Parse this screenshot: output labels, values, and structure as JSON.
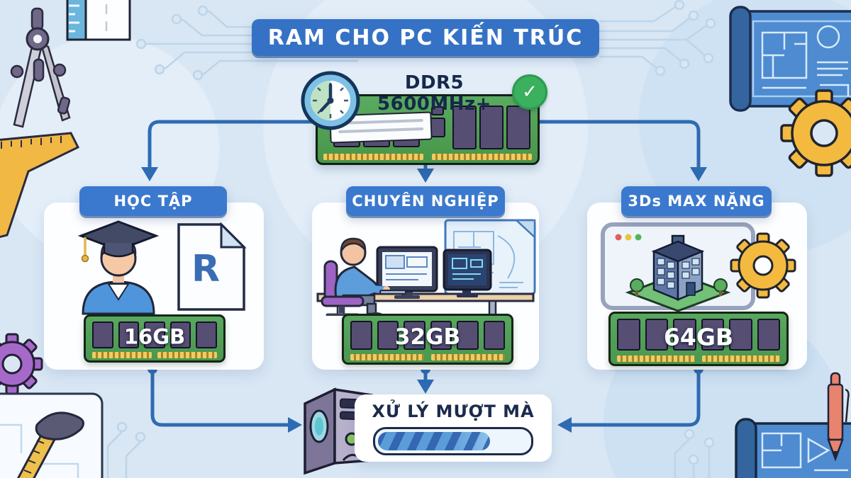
{
  "title": "RAM CHO PC KIẾN TRÚC",
  "hero": {
    "ram_label": "DDR5 5600MHz+",
    "ram_type": "DDR5 memory stick",
    "icons": [
      "clock-icon",
      "checkmark-icon"
    ]
  },
  "branches": [
    {
      "label": "HỌC TẬP",
      "capacity": "16GB",
      "file_badge": "R",
      "illustration": "graduate-student-and-revit-file"
    },
    {
      "label": "CHUYÊN NGHIỆP",
      "capacity": "32GB",
      "illustration": "architect-dual-monitor-workstation"
    },
    {
      "label": "3Ds MAX NẶNG",
      "capacity": "64GB",
      "illustration": "3d-building-model-app-with-gear"
    }
  ],
  "result": {
    "label": "XỬ LÝ MƯỢT MÀ",
    "progress_percent": 72,
    "icons": [
      "pc-tower-icon",
      "progress-bar"
    ]
  },
  "decorations": [
    "compass-icon",
    "ruler-icon",
    "set-square-icon",
    "blueprint-icon",
    "gear-icon",
    "hammer-icon",
    "pen-icon",
    "circuit-traces"
  ],
  "colors": {
    "background": "#d9e7f4",
    "banner_blue": "#3572c5",
    "arrow_blue": "#2e6bb2",
    "ram_green": "#4f9e55",
    "chip_purple": "#574e74",
    "pin_gold": "#f0cd5e",
    "check_green": "#3bb05e",
    "gear_yellow": "#f3ba3f",
    "text_navy": "#1b2b4d"
  }
}
